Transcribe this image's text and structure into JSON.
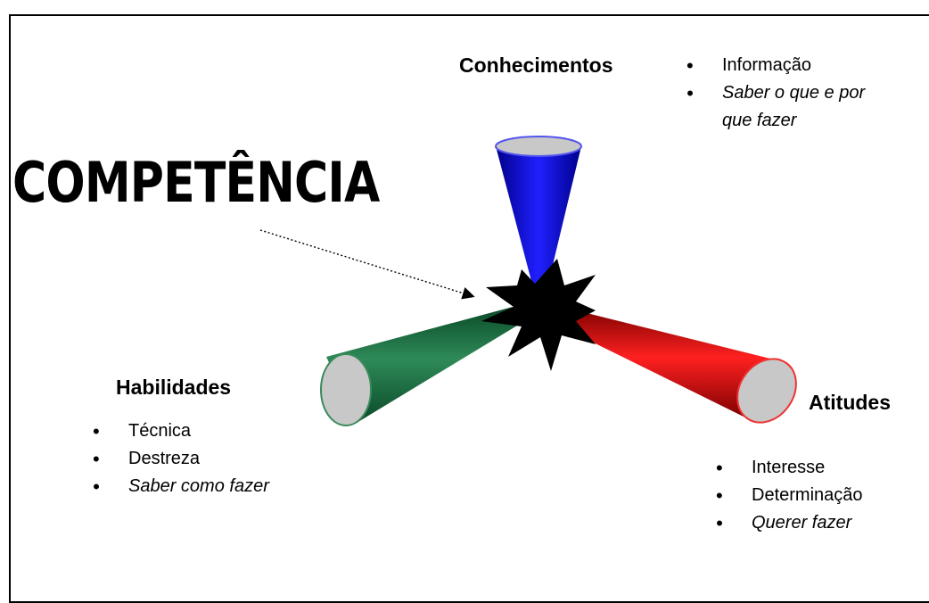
{
  "title": "COMPETÊNCIA",
  "conhecimentos": {
    "heading": "Conhecimentos",
    "items": [
      "Informação",
      "Saber o que e por",
      "que fazer"
    ],
    "color": "#0000cc"
  },
  "habilidades": {
    "heading": "Habilidades",
    "items": [
      "Técnica",
      "Destreza",
      "Saber como fazer"
    ],
    "color": "#0f5a33"
  },
  "atitudes": {
    "heading": "Atitudes",
    "items": [
      "Interesse",
      "Determinação",
      "Querer fazer"
    ],
    "color": "#cc0000"
  },
  "icons": {
    "center": "starburst-icon",
    "pointer": "dotted-arrow-icon"
  }
}
